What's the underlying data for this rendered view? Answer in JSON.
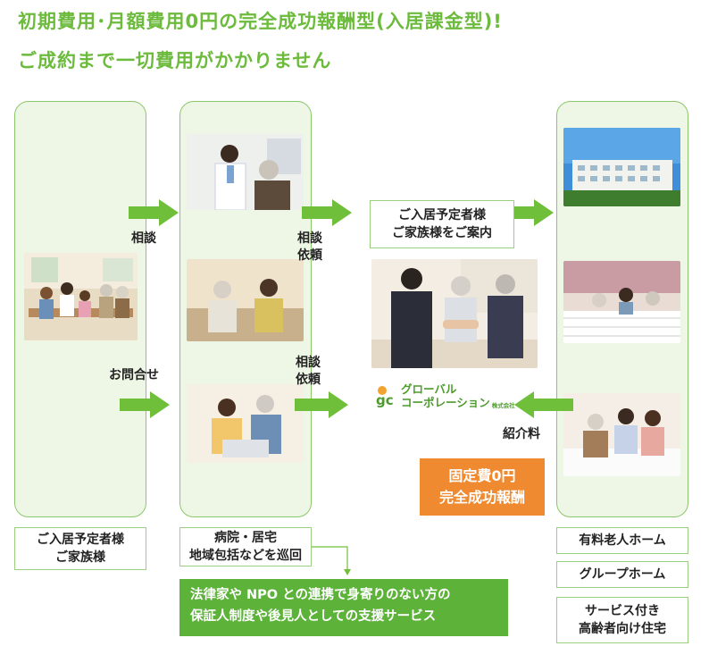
{
  "headline": {
    "line1": "初期費用･月額費用0円の完全成功報酬型(入居課金型)!",
    "line2": "ご成約まで一切費用がかかりません"
  },
  "arrows": {
    "consult": "相談",
    "consult_request_1": [
      "相談",
      "依頼"
    ],
    "consult_request_2": [
      "相談",
      "依頼"
    ],
    "inquiry": "お問合せ",
    "introduction_fee": "紹介料"
  },
  "guide_box": [
    "ご入居予定者様",
    "ご家族様をご案内"
  ],
  "logo": {
    "mark": "gc",
    "line1": "グローバル",
    "line2": "コーポレーション",
    "small": "株式会社"
  },
  "fee_box": [
    "固定費0円",
    "完全成功報酬"
  ],
  "bottom_labels": {
    "residents": [
      "ご入居予定者様",
      "ご家族様"
    ],
    "hospitals": [
      "病院・居宅",
      "地域包括などを巡回"
    ],
    "paid_home": "有料老人ホーム",
    "group_home": "グループホーム",
    "service_housing": [
      "サービス付き",
      "高齢者向け住宅"
    ]
  },
  "support_bar": [
    "法律家や NPO との連携で身寄りのない方の",
    "保証人制度や後見人としての支援サービス"
  ],
  "colors": {
    "accent_green": "#6cbb3c",
    "arrow_green": "#6fbf3a",
    "orange": "#f08a30",
    "column_bg": "#eef7e6"
  },
  "photos": [
    "family-photo",
    "doctor-photo",
    "caregiver-elderly-couple-photo",
    "couple-laptop-photo",
    "handshake-photo",
    "nursing-home-building-photo",
    "care-room-photo",
    "family-visit-photo"
  ]
}
